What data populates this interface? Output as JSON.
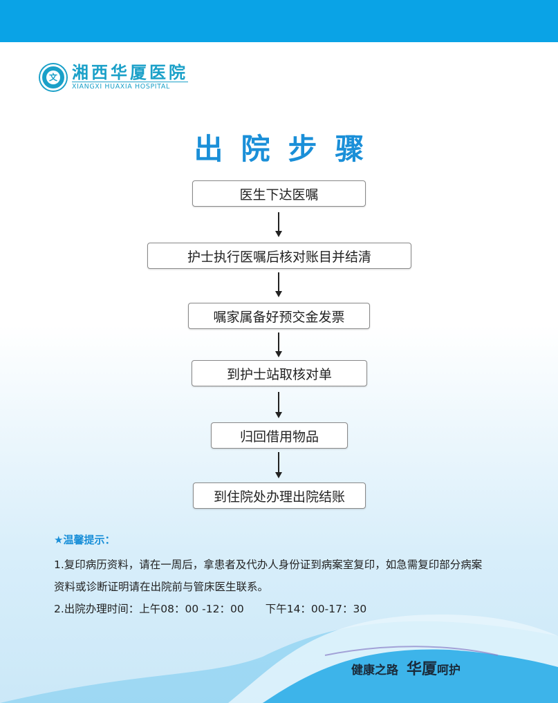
{
  "logo": {
    "cn": "湘西华厦医院",
    "en": "XIANGXI HUAXIA HOSPITAL"
  },
  "title": "出院步骤",
  "steps": [
    "医生下达医嘱",
    "护士执行医嘱后核对账目并结清",
    "嘱家属备好预交金发票",
    "到护士站取核对单",
    "归回借用物品",
    "到住院处办理出院结账"
  ],
  "tips": {
    "title": "★温馨提示：",
    "items": [
      "1.复印病历资料，请在一周后，拿患者及代办人身份证到病案室复印，如急需复印部分病案",
      "资料或诊断证明请在出院前与管床医生联系。",
      "2.出院办理时间：上午08：00 -12：00　　下午14：00-17：30"
    ]
  },
  "slogan": {
    "a": "健康之路",
    "b": "华厦",
    "c": "呵护"
  },
  "colors": {
    "accent": "#0aa3e6",
    "title": "#1a8fd8"
  }
}
